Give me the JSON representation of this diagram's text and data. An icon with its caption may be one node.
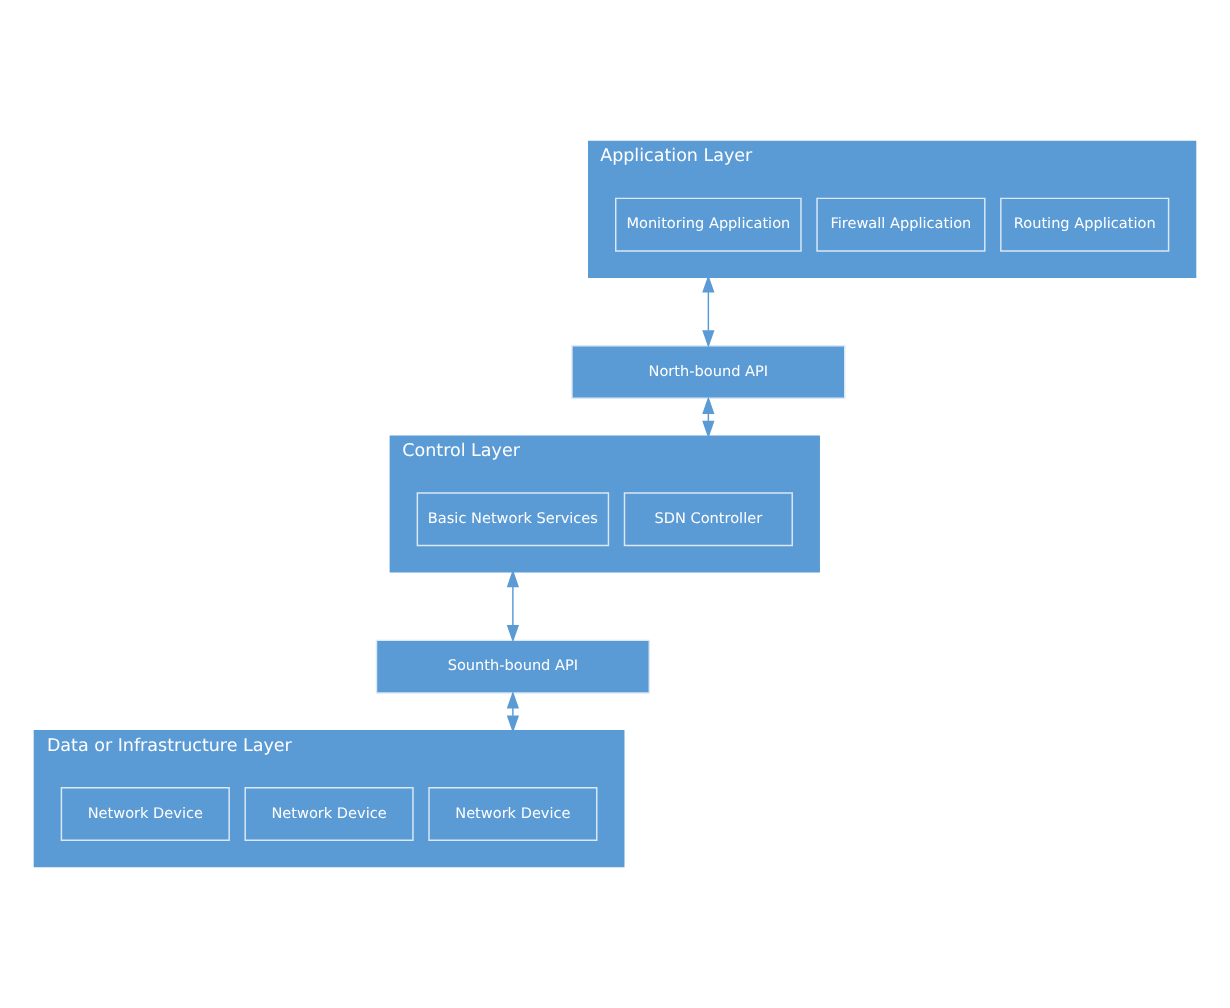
{
  "diagram": {
    "nodes": [
      {
        "text": [
          "Application Layer"
        ]
      },
      {
        "text": [
          "Routing Application"
        ],
        "in": 0
      },
      {
        "text": [
          "Firewall Application"
        ],
        "in": 0
      },
      {
        "text": [
          "Monitoring Application"
        ],
        "in": 0
      },
      {
        "text": [
          "North-bound API"
        ]
      },
      {
        "text": [
          "Control Layer"
        ]
      },
      {
        "text": [
          "SDN Controller"
        ],
        "in": 5
      },
      {
        "text": [
          "Basic Network Services"
        ],
        "in": 5
      },
      {
        "text": [
          "Sounth-bound API"
        ]
      },
      {
        "text": [
          "Data or Infrastructure Layer"
        ]
      },
      {
        "text": [
          "Network Device"
        ],
        "in": 9
      },
      {
        "text": [
          "Network Device"
        ],
        "in": 9
      },
      {
        "text": [
          "Network Device"
        ],
        "in": 9
      }
    ],
    "edges": [
      {
        "from": 0,
        "to": 4,
        "arrow": "both"
      },
      {
        "from": 4,
        "to": 5,
        "arrow": "both"
      },
      {
        "from": 5,
        "to": 8,
        "arrow": "both"
      },
      {
        "from": 8,
        "to": 9,
        "arrow": "both"
      }
    ]
  }
}
